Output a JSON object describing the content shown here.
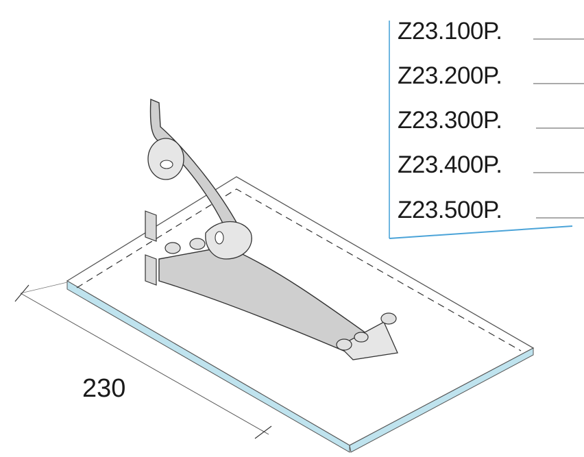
{
  "part_codes": [
    "Z23.100P.",
    "Z23.200P.",
    "Z23.300P.",
    "Z23.400P.",
    "Z23.500P."
  ],
  "dimension": "230",
  "colors": {
    "glass_edge": "#bfe3ee",
    "bracket_fill": "#cfcfcf",
    "bracket_stroke": "#333333",
    "leader_line": "#4aa3d8",
    "label_text": "#1a1a1a"
  }
}
